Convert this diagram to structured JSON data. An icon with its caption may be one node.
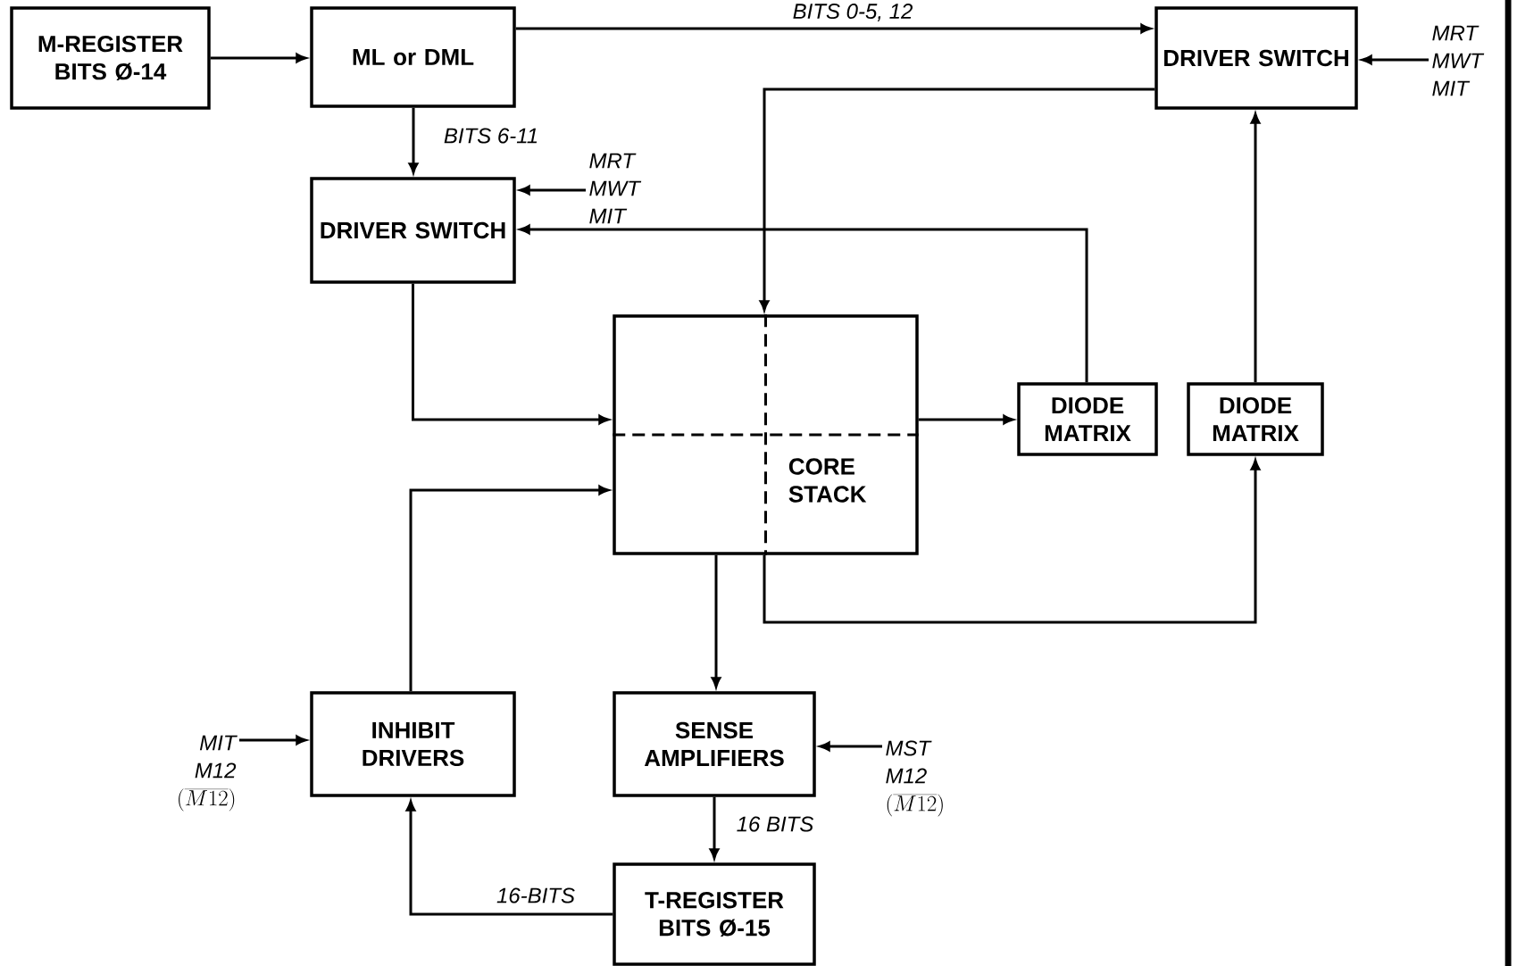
{
  "diagram": {
    "nodes": [
      {
        "text": [
          "M-REGISTER BITS Ø-14"
        ]
      },
      {
        "text": [
          "ML or DML"
        ]
      },
      {
        "text": [
          "DRIVER SWITCH"
        ]
      },
      {
        "text": [
          "DRIVER SWITCH"
        ]
      },
      {
        "text": [
          "CORE STACK"
        ]
      },
      {
        "text": [
          "DIODE MATRIX"
        ]
      },
      {
        "text": [
          "DIODE MATRIX"
        ]
      },
      {
        "text": [
          "INHIBIT DRIVERS"
        ]
      },
      {
        "text": [
          "SENSE AMPLIFIERS"
        ]
      },
      {
        "text": [
          "T-REGISTER BITS Ø-15"
        ]
      },
      {
        "text": [
          "MRT MWT MIT"
        ]
      },
      {
        "text": [
          "MRT MWT MIT"
        ]
      },
      {
        "text": [
          "MIT",
          "M12",
          "(\\overline{M12})"
        ]
      },
      {
        "text": [
          "MST",
          "M12",
          "(\\overline{M12})"
        ]
      }
    ],
    "edges": [
      {
        "from": 0,
        "to": 1,
        "arrow": "to"
      },
      {
        "from": 1,
        "to": 2,
        "arrow": "to",
        "label": "BITS 0-5, 12"
      },
      {
        "from": 1,
        "to": 3,
        "arrow": "to",
        "label": "BITS 6-11"
      },
      {
        "from": 10,
        "to": 2,
        "arrow": "to"
      },
      {
        "from": 11,
        "to": 3,
        "arrow": "to"
      },
      {
        "from": 5,
        "to": 3,
        "arrow": "to"
      },
      {
        "from": 2,
        "to": 4,
        "arrow": "to"
      },
      {
        "from": 6,
        "to": 2,
        "arrow": "to"
      },
      {
        "from": 3,
        "to": 4,
        "arrow": "to"
      },
      {
        "from": 4,
        "to": 5,
        "arrow": "to"
      },
      {
        "from": 4,
        "to": 6,
        "arrow": "to"
      },
      {
        "from": 7,
        "to": 4,
        "arrow": "to"
      },
      {
        "from": 4,
        "to": 8,
        "arrow": "to"
      },
      {
        "from": 8,
        "to": 9,
        "arrow": "to",
        "label": "16 BITS"
      },
      {
        "from": 9,
        "to": 7,
        "arrow": "to",
        "label": "16-BITS"
      },
      {
        "from": 12,
        "to": 7,
        "arrow": "to"
      },
      {
        "from": 13,
        "to": 8,
        "arrow": "to"
      }
    ]
  }
}
